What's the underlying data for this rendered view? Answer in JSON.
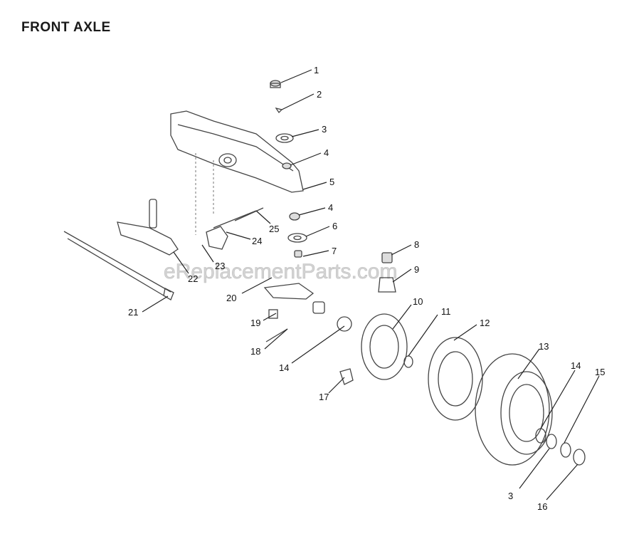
{
  "title": "FRONT AXLE",
  "watermark": "eReplacementParts.com",
  "callouts": [
    "1",
    "2",
    "3",
    "4",
    "5",
    "4",
    "6",
    "7",
    "8",
    "9",
    "10",
    "11",
    "12",
    "13",
    "14",
    "15",
    "3",
    "16",
    "17",
    "14",
    "18",
    "19",
    "20",
    "21",
    "22",
    "23",
    "24",
    "25"
  ]
}
